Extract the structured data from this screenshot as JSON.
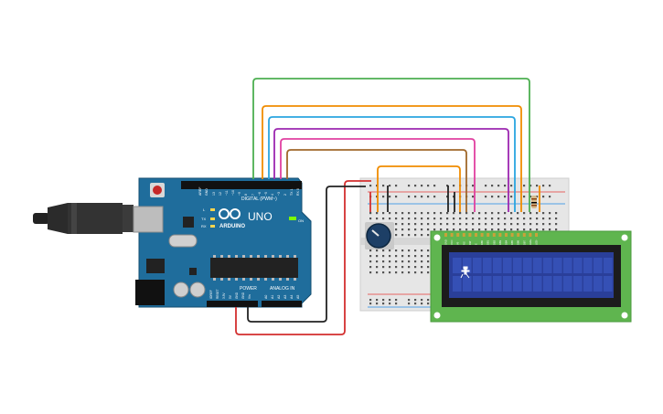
{
  "board": {
    "brand": "ARDUINO",
    "model": "UNO",
    "on_label": "ON",
    "tx_label": "TX",
    "rx_label": "RX",
    "l_label": "L",
    "digital_label": "DIGITAL (PWM~)",
    "power_label": "POWER",
    "analog_label": "ANALOG IN",
    "aref_label": "AREF",
    "gnd_label": "GND",
    "digital_pins": [
      "13",
      "12",
      "~11",
      "~10",
      "~9",
      "8",
      "7",
      "~6",
      "~5",
      "4",
      "~3",
      "2",
      "TX 1",
      "RX 0"
    ],
    "power_pins": [
      "IOREF",
      "RESET",
      "3.3V",
      "5V",
      "GND",
      "GND",
      "Vin"
    ],
    "analog_pins": [
      "A0",
      "A1",
      "A2",
      "A3",
      "A4",
      "A5"
    ]
  },
  "lcd": {
    "pin_labels": [
      "GND",
      "VCC",
      "V0",
      "RS",
      "RW",
      "E",
      "DB0",
      "DB1",
      "DB2",
      "DB3",
      "DB4",
      "DB5",
      "DB6",
      "DB7",
      "LED+",
      "LED-"
    ]
  },
  "colors": {
    "board": "#1f6d9c",
    "wire_green": "#4caf50",
    "wire_orange": "#f08c00",
    "wire_blue": "#2aa5e0",
    "wire_purple": "#9c27b0",
    "wire_pink": "#e040a0",
    "wire_brown": "#a0682a",
    "wire_red": "#d32f2f",
    "wire_black": "#222222",
    "lcd_pcb": "#5fb54f",
    "lcd_screen": "#2a3f9a"
  }
}
